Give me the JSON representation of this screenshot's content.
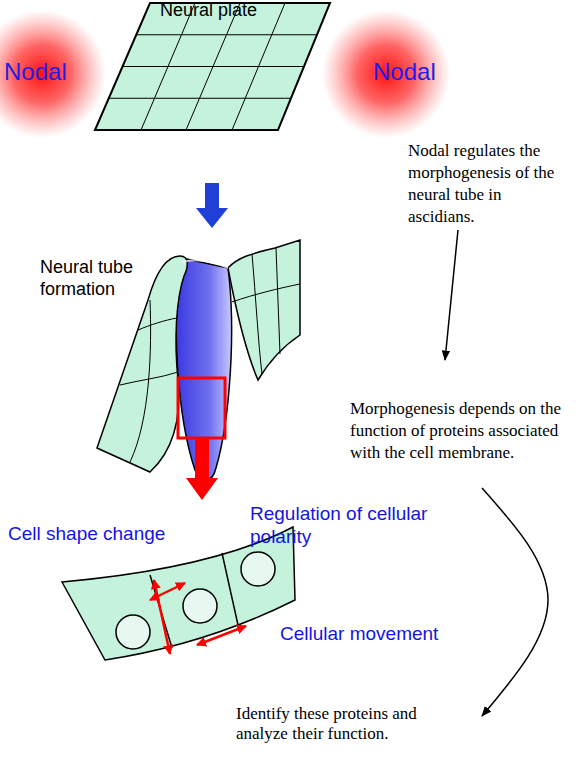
{
  "diagram": {
    "nodes": [
      {
        "text": [
          "Neural plate"
        ]
      },
      {
        "text": [
          "Neural tube formation"
        ]
      },
      {
        "text": [
          "Cell shape change",
          "Regulation of cellular polarity",
          "Cellular movement"
        ]
      },
      {
        "text": [
          "Nodal regulates the morphogenesis of the neural tube in ascidians."
        ]
      },
      {
        "text": [
          "Morphogenesis depends on the function of proteins associated with the cell membrane."
        ]
      },
      {
        "text": [
          "Identify these proteins and analyze their function."
        ]
      }
    ],
    "edges": [
      {
        "from": 0,
        "to": 1,
        "arrow": "to"
      },
      {
        "from": 1,
        "to": 2,
        "arrow": "to"
      },
      {
        "from": 3,
        "to": 4,
        "arrow": "to"
      },
      {
        "from": 4,
        "to": 5,
        "arrow": "to"
      }
    ],
    "labels": [
      "Nodal",
      "Nodal"
    ]
  }
}
